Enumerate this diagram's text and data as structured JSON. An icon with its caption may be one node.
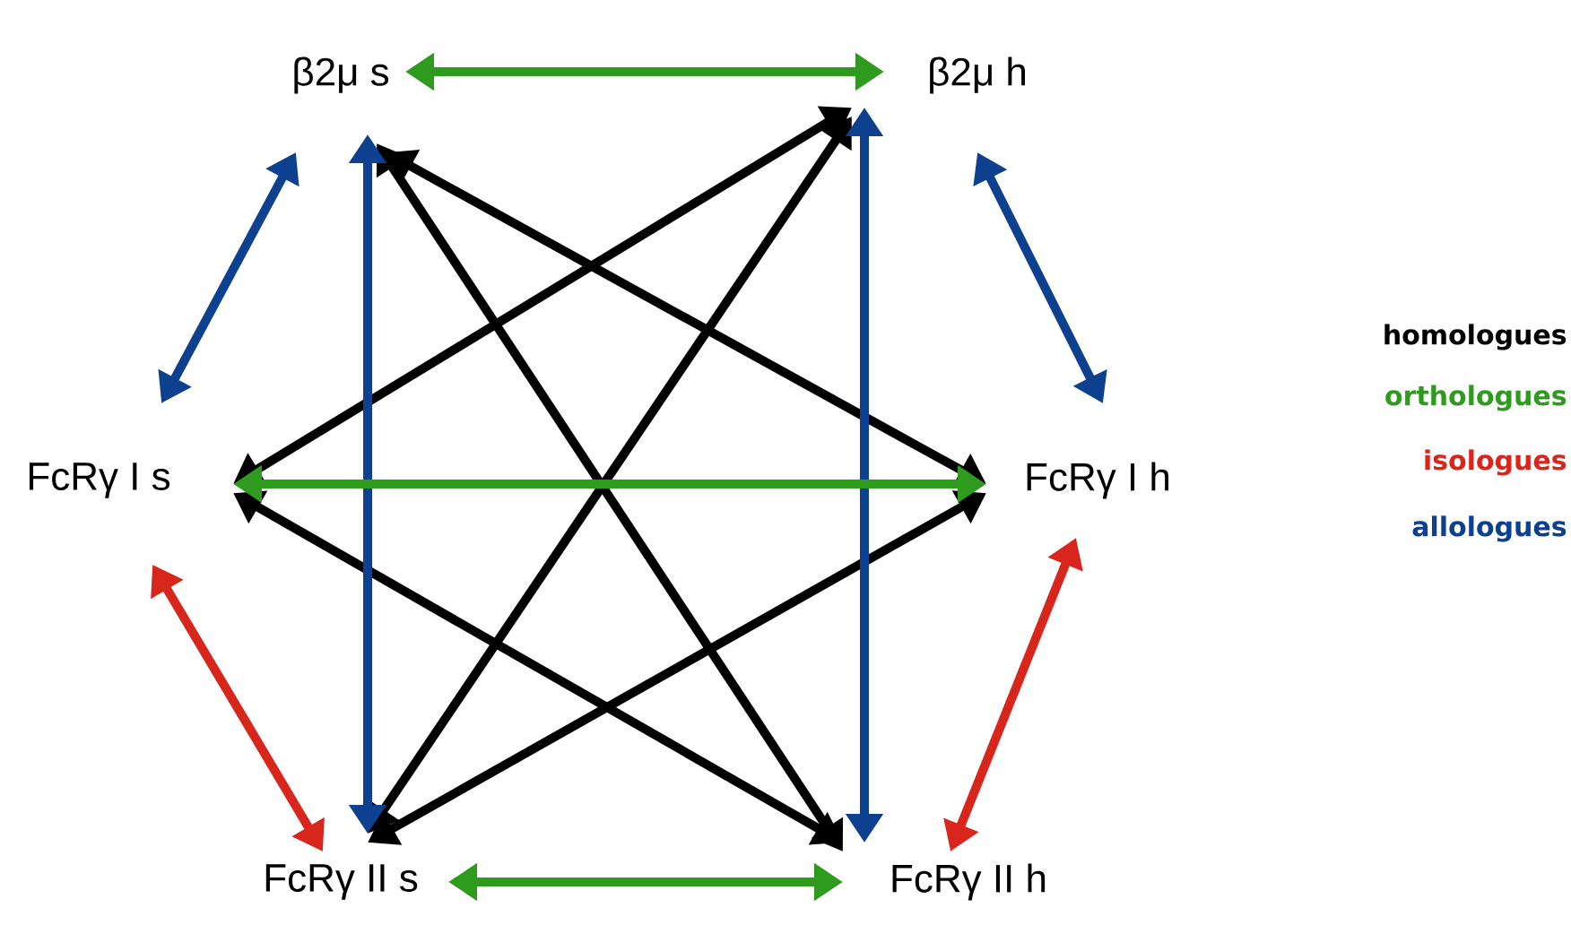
{
  "diagram": {
    "nodes": [
      {
        "text": [
          "β2μ s"
        ]
      },
      {
        "text": [
          "β2μ h"
        ]
      },
      {
        "text": [
          "FcRγ I s"
        ]
      },
      {
        "text": [
          "FcRγ I h"
        ]
      },
      {
        "text": [
          "FcRγ II s"
        ]
      },
      {
        "text": [
          "FcRγ II h"
        ]
      }
    ],
    "edges": [
      {
        "from": 0,
        "to": 1,
        "arrow": "both",
        "color": "#2e9a1e"
      },
      {
        "from": 0,
        "to": 2,
        "arrow": "both",
        "color": "#0d4190"
      },
      {
        "from": 1,
        "to": 3,
        "arrow": "both",
        "color": "#0d4190"
      },
      {
        "from": 2,
        "to": 4,
        "arrow": "both",
        "color": "#d9261c"
      },
      {
        "from": 3,
        "to": 5,
        "arrow": "both",
        "color": "#d9261c"
      },
      {
        "from": 4,
        "to": 5,
        "arrow": "both",
        "color": "#2e9a1e"
      },
      {
        "from": 0,
        "to": 3,
        "arrow": "both"
      },
      {
        "from": 0,
        "to": 5,
        "arrow": "both"
      },
      {
        "from": 1,
        "to": 2,
        "arrow": "both"
      },
      {
        "from": 1,
        "to": 4,
        "arrow": "both"
      },
      {
        "from": 2,
        "to": 5,
        "arrow": "both"
      },
      {
        "from": 3,
        "to": 4,
        "arrow": "both"
      },
      {
        "from": 0,
        "to": 4,
        "arrow": "both",
        "color": "#0d4190"
      },
      {
        "from": 1,
        "to": 5,
        "arrow": "both",
        "color": "#0d4190"
      },
      {
        "from": 2,
        "to": 3,
        "arrow": "both",
        "color": "#2e9a1e"
      }
    ],
    "legend": [
      {
        "text": "homologues",
        "color": "#000000"
      },
      {
        "text": "orthologues",
        "color": "#2e9a1e"
      },
      {
        "text": "isologues",
        "color": "#d9261c"
      },
      {
        "text": "allologues",
        "color": "#0d4190"
      }
    ]
  }
}
